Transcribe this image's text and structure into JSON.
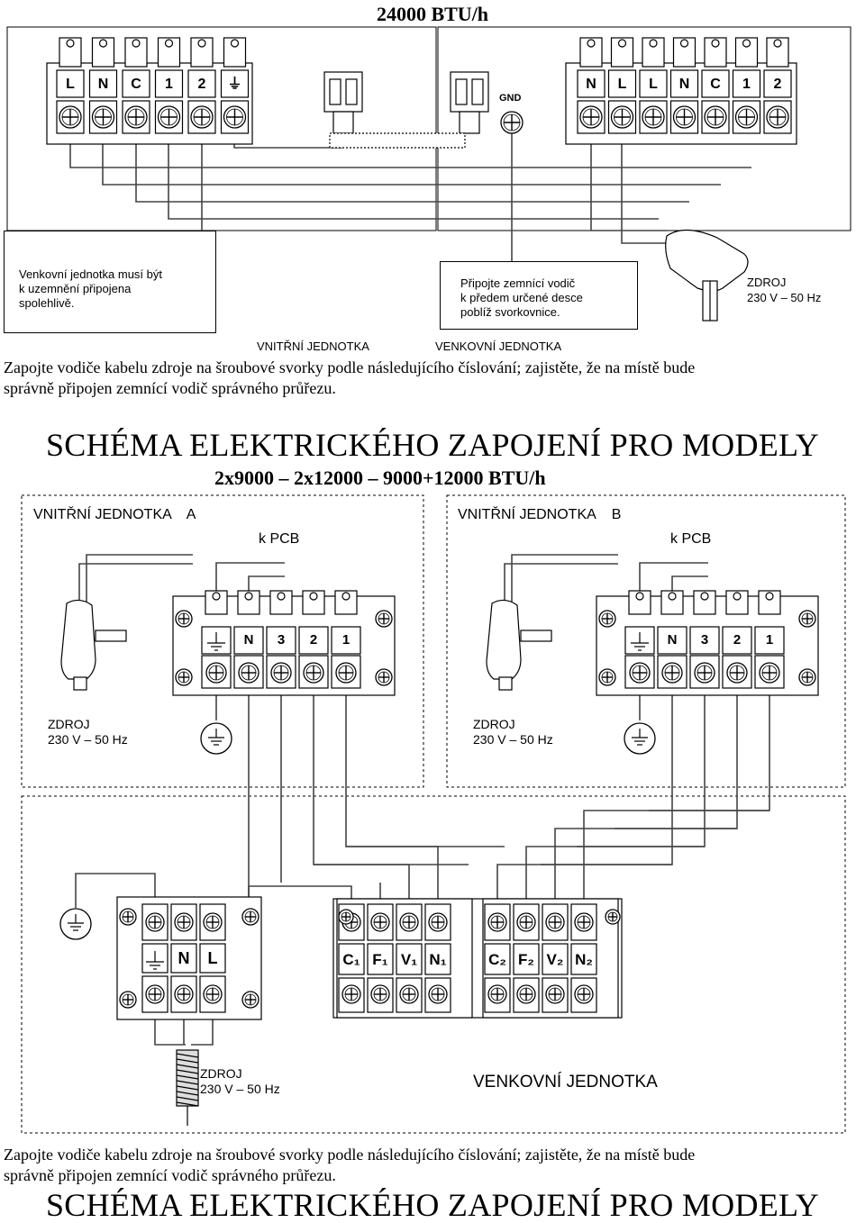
{
  "top": {
    "title": "24000 BTU/h",
    "note_left": [
      "Venkovní jednotka musí být",
      "k uzemnění připojena",
      "spolehlivě."
    ],
    "note_mid": [
      "Připojte zemnící vodič",
      "k předem určené desce",
      "poblíž svorkovnice."
    ],
    "power": [
      "ZDROJ",
      "230 V – 50 Hz"
    ],
    "gnd_label": "GND",
    "label_indoor": "VNITŘNÍ JEDNOTKA",
    "label_outdoor": "VENKOVNÍ JEDNOTKA",
    "indoor_terminals": [
      "L",
      "N",
      "C",
      "1",
      "2",
      "⏚"
    ],
    "outdoor_terminals": [
      "N",
      "L",
      "L",
      "N",
      "C",
      "1",
      "2"
    ],
    "paragraph": [
      "Zapojte vodiče kabelu zdroje na šroubové svorky podle následujícího číslování; zajistěte, že na místě bude",
      "správně připojen zemnící vodič správného průřezu."
    ]
  },
  "middle": {
    "heading": "SCHÉMA ELEKTRICKÉHO ZAPOJENÍ PRO MODELY",
    "subheading": "2x9000 – 2x12000 – 9000+12000 BTU/h",
    "unit_a": "VNITŘNÍ JEDNOTKA    A",
    "unit_b": "VNITŘNÍ JEDNOTKA    B",
    "pcb": "k PCB",
    "indoor_terminals": [
      "⏚",
      "N",
      "3",
      "2",
      "1"
    ],
    "power": [
      "ZDROJ",
      "230 V – 50 Hz"
    ]
  },
  "outdoor2": {
    "terminals_main": [
      "⏚",
      "N",
      "L"
    ],
    "terminals_a": [
      "C₁",
      "F₁",
      "V₁",
      "N₁"
    ],
    "terminals_b": [
      "C₂",
      "F₂",
      "V₂",
      "N₂"
    ],
    "power": [
      "ZDROJ",
      "230 V – 50 Hz"
    ],
    "label": "VENKOVNÍ JEDNOTKA"
  },
  "bottom": {
    "paragraph": [
      "Zapojte vodiče kabelu zdroje na šroubové svorky podle následujícího číslování; zajistěte, že na místě bude",
      "správně připojen zemnící vodič správného průřezu."
    ],
    "heading": "SCHÉMA ELEKTRICKÉHO ZAPOJENÍ PRO MODELY"
  }
}
